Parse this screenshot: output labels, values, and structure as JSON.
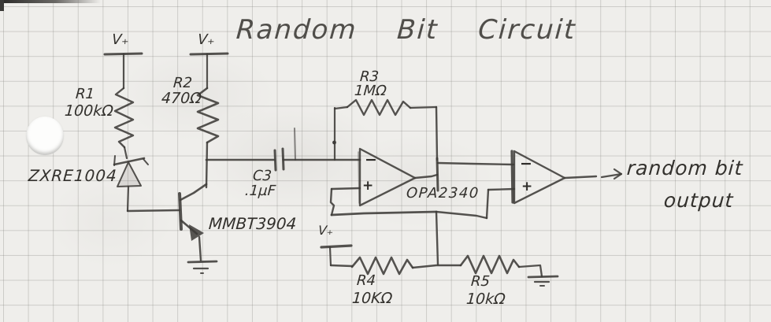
{
  "title": "Random Bit Circuit",
  "power": {
    "rail1": "V₊",
    "rail2": "V₊",
    "rail3": "V₊"
  },
  "components": {
    "r1": {
      "ref": "R1",
      "value": "100kΩ"
    },
    "r2": {
      "ref": "R2",
      "value": "470Ω"
    },
    "r3": {
      "ref": "R3",
      "value": "1MΩ"
    },
    "r4": {
      "ref": "R4",
      "value": "10KΩ"
    },
    "r5": {
      "ref": "R5",
      "value": "10kΩ"
    },
    "c3": {
      "ref": "C3",
      "value": ".1μF"
    },
    "voltage_reference": {
      "value": "ZXRE1004"
    },
    "transistor": {
      "value": "MMBT3904"
    },
    "opamp": {
      "value": "OPA2340"
    }
  },
  "opamp_pins": {
    "amp1_inverting": "−",
    "amp1_noninverting": "+",
    "amp2_inverting": "−",
    "amp2_noninverting": "+"
  },
  "output_label": {
    "line1": "random bit",
    "line2": "output"
  },
  "colors": {
    "pencil": "#3d3b38",
    "paper": "#efeeeb",
    "grid": "#c9c7c3"
  }
}
